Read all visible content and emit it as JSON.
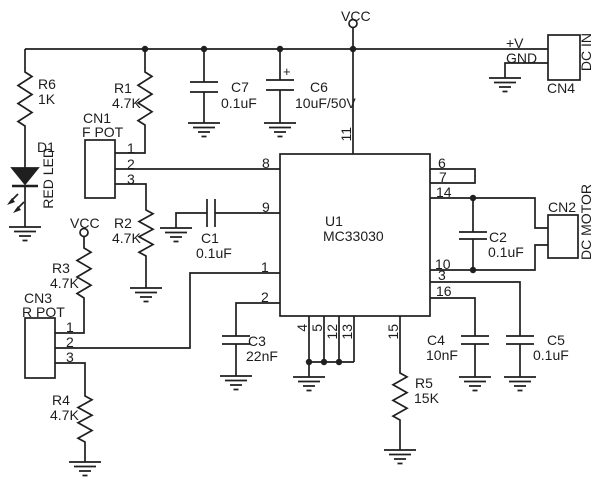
{
  "schematic": {
    "power": {
      "vcc_top": "VCC",
      "vcc_left": "VCC"
    },
    "ic": {
      "ref": "U1",
      "part": "MC33030",
      "pins": {
        "p8": "8",
        "p9": "9",
        "p1": "1",
        "p2": "2",
        "p6": "6",
        "p7": "7",
        "p14": "14",
        "p10": "10",
        "p3": "3",
        "p16": "16",
        "p11": "11",
        "p4": "4",
        "p5": "5",
        "p12": "12",
        "p13": "13",
        "p15": "15"
      }
    },
    "resistors": {
      "r1": {
        "ref": "R1",
        "value": "4.7K"
      },
      "r2": {
        "ref": "R2",
        "value": "4.7K"
      },
      "r3": {
        "ref": "R3",
        "value": "4.7K"
      },
      "r4": {
        "ref": "R4",
        "value": "4.7K"
      },
      "r5": {
        "ref": "R5",
        "value": "15K"
      },
      "r6": {
        "ref": "R6",
        "value": "1K"
      }
    },
    "capacitors": {
      "c1": {
        "ref": "C1",
        "value": "0.1uF"
      },
      "c2": {
        "ref": "C2",
        "value": "0.1uF"
      },
      "c3": {
        "ref": "C3",
        "value": "22nF"
      },
      "c4": {
        "ref": "C4",
        "value": "10nF"
      },
      "c5": {
        "ref": "C5",
        "value": "0.1uF"
      },
      "c6": {
        "ref": "C6",
        "value": "10uF/50V",
        "polarity": "+"
      },
      "c7": {
        "ref": "C7",
        "value": "0.1uF"
      }
    },
    "diodes": {
      "d1": {
        "ref": "D1",
        "desc": "RED LED"
      }
    },
    "connectors": {
      "cn1": {
        "ref": "CN1",
        "label": "F POT",
        "pin1": "1",
        "pin2": "2",
        "pin3": "3"
      },
      "cn2": {
        "ref": "CN2",
        "label": "DC MOTOR"
      },
      "cn3": {
        "ref": "CN3",
        "label": "R POT",
        "pin1": "1",
        "pin2": "2",
        "pin3": "3"
      },
      "cn4": {
        "ref": "CN4",
        "label": "DC IN",
        "plus": "+V",
        "gnd": "GND"
      }
    }
  }
}
